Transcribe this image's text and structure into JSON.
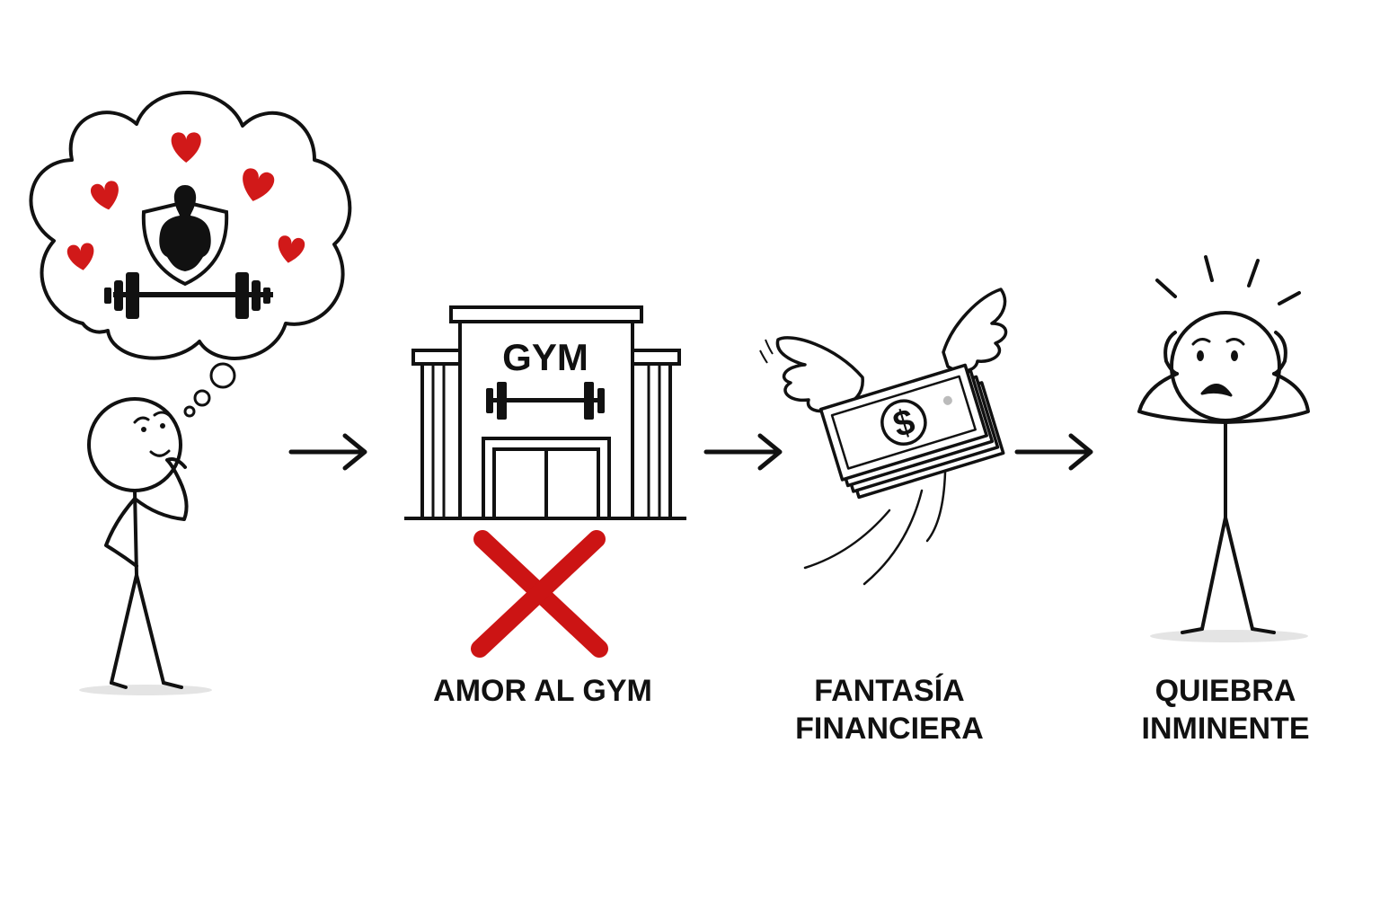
{
  "colors": {
    "ink": "#111111",
    "accent": "#cc1414",
    "shadow": "#e4e4e4"
  },
  "building": {
    "sign_text": "GYM"
  },
  "captions": {
    "amor": "AMOR AL GYM",
    "fantasia_line1": "FANTASÍA",
    "fantasia_line2": "FINANCIERA",
    "quiebra_line1": "QUIEBRA",
    "quiebra_line2": "INMINENTE"
  },
  "money": {
    "symbol": "$"
  },
  "icons": {
    "dream": "thought-cloud-icon",
    "heart": "heart-icon",
    "emblem": "muscle-shield-icon",
    "barbell": "barbell-icon",
    "gym": "gym-building-icon",
    "cross": "red-x-icon",
    "money": "flying-money-icon",
    "arrow": "arrow-right-icon",
    "person": "stick-figure-icon"
  }
}
